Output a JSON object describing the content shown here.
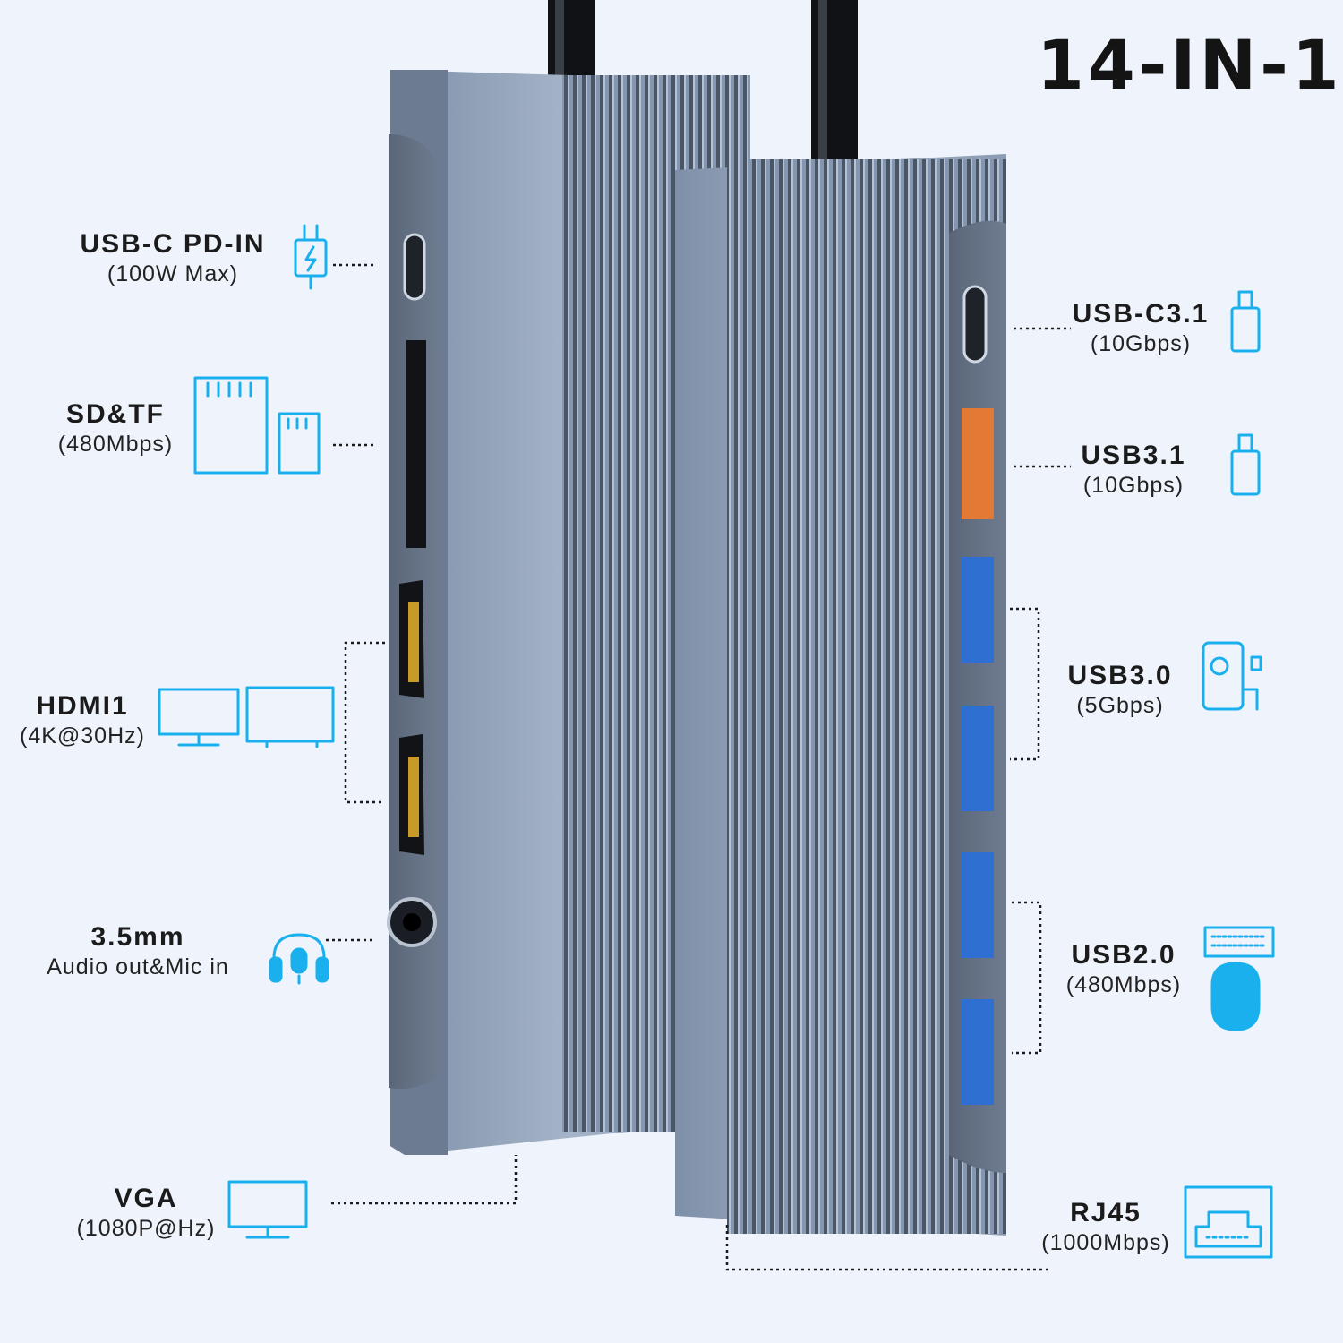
{
  "title": "14-IN-1",
  "colors": {
    "background": "#eff4fc",
    "hub_body": "#8e9fb7",
    "hub_dark": "#46505d",
    "icon_cyan": "#1ab0ee",
    "usb3_blue": "#2f6fd1",
    "usb31_orange": "#e27a35"
  },
  "left_ports": [
    {
      "name": "USB-C PD-IN",
      "spec": "(100W Max)",
      "icon": "usb-c-charger-icon"
    },
    {
      "name": "SD&TF",
      "spec": "(480Mbps)",
      "icon": "sd-tf-card-icon"
    },
    {
      "name": "HDMI1",
      "spec": "(4K@30Hz)",
      "icon": "dual-monitor-icon"
    },
    {
      "name": "3.5mm",
      "spec": "Audio out&Mic in",
      "icon": "headset-icon"
    },
    {
      "name": "VGA",
      "spec": "(1080P@Hz)",
      "icon": "monitor-icon"
    }
  ],
  "right_ports": [
    {
      "name": "USB-C3.1",
      "spec": "(10Gbps)",
      "icon": "usb-c-drive-icon"
    },
    {
      "name": "USB3.1",
      "spec": "(10Gbps)",
      "icon": "usb-drive-icon"
    },
    {
      "name": "USB3.0",
      "spec": "(5Gbps)",
      "icon": "external-drive-icon"
    },
    {
      "name": "USB2.0",
      "spec": "(480Mbps)",
      "icon": "keyboard-mouse-icon"
    },
    {
      "name": "RJ45",
      "spec": "(1000Mbps)",
      "icon": "ethernet-icon"
    }
  ]
}
